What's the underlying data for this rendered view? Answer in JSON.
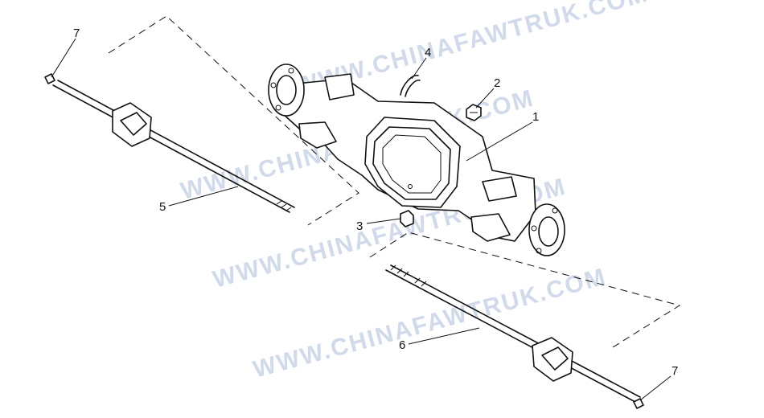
{
  "watermark": {
    "text_1": "WWW.CHINAFAWTRUK.COM",
    "text_2": "WWW.CHINAFAWTRUK.COM",
    "text_3": "WWW.CHINAFAWTRUK.COM",
    "text_4": "WWW.CHINAFAWTRUK.COM"
  },
  "callouts": {
    "part_1": "1",
    "part_2": "2",
    "part_3": "3",
    "part_4": "4",
    "part_5": "5",
    "part_6": "6",
    "part_7_top": "7",
    "part_7_bottom": "7"
  },
  "colors": {
    "line": "#111111",
    "watermark": "#c8d3e6",
    "background": "#ffffff"
  }
}
